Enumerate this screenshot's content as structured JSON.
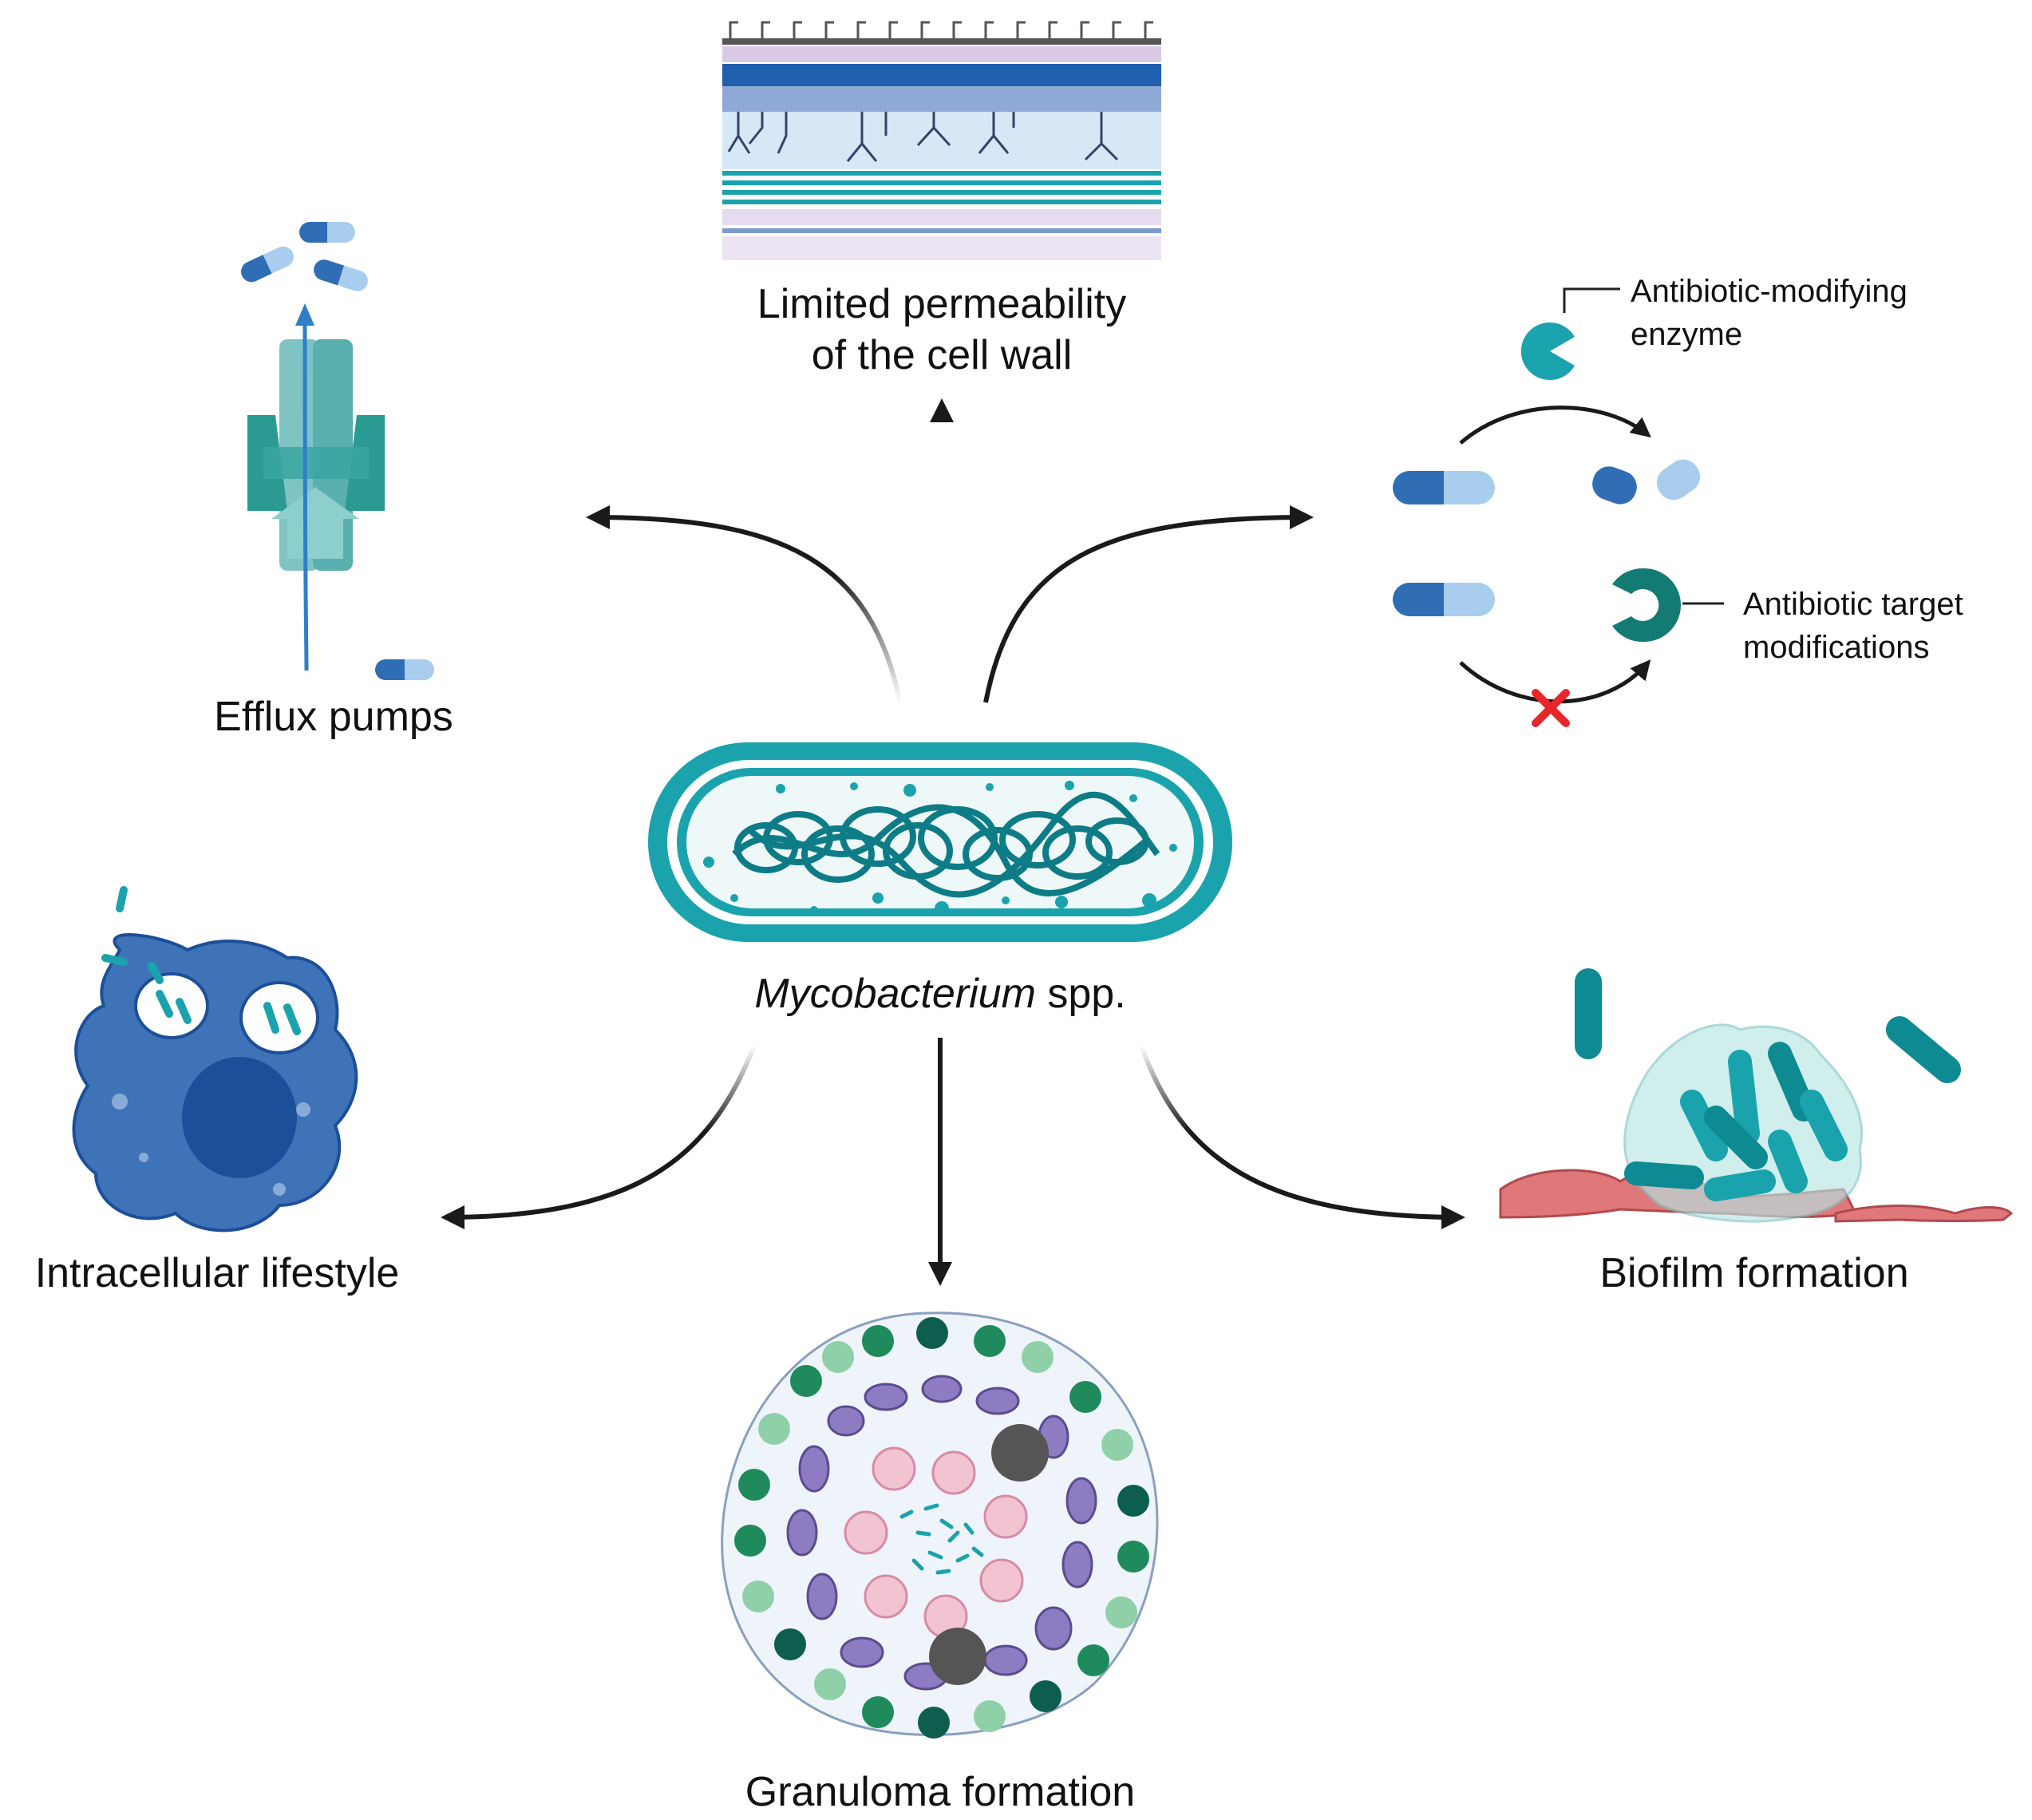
{
  "center": {
    "genus": "Mycobacterium",
    "suffix": " spp."
  },
  "mechanisms": {
    "cell_wall": {
      "line1": "Limited permeability",
      "line2": "of the cell wall"
    },
    "efflux": {
      "label": "Efflux pumps"
    },
    "intracellular": {
      "label": "Intracellular lifestyle"
    },
    "granuloma": {
      "label": "Granuloma formation"
    },
    "biofilm": {
      "label": "Biofilm formation"
    },
    "enzyme": {
      "line1": "Antibiotic-modifying",
      "line2": "enzyme"
    },
    "target": {
      "line1": "Antibiotic target",
      "line2": "modifications"
    }
  },
  "colors": {
    "teal": "#1aa3ad",
    "dark_teal": "#0e7c86",
    "blue": "#2f6db5",
    "light_blue": "#a9cdee",
    "macrophage": "#3f73b8",
    "nucleus": "#1c4f99",
    "red_cell": "#e0777a",
    "green_cell": "#1f8a5c",
    "purple_cell": "#8e7cc3",
    "pink_cell": "#f2c4d2",
    "dark_cell": "#555555",
    "arrow": "#1a1a1a",
    "cross": "#e8262a"
  }
}
